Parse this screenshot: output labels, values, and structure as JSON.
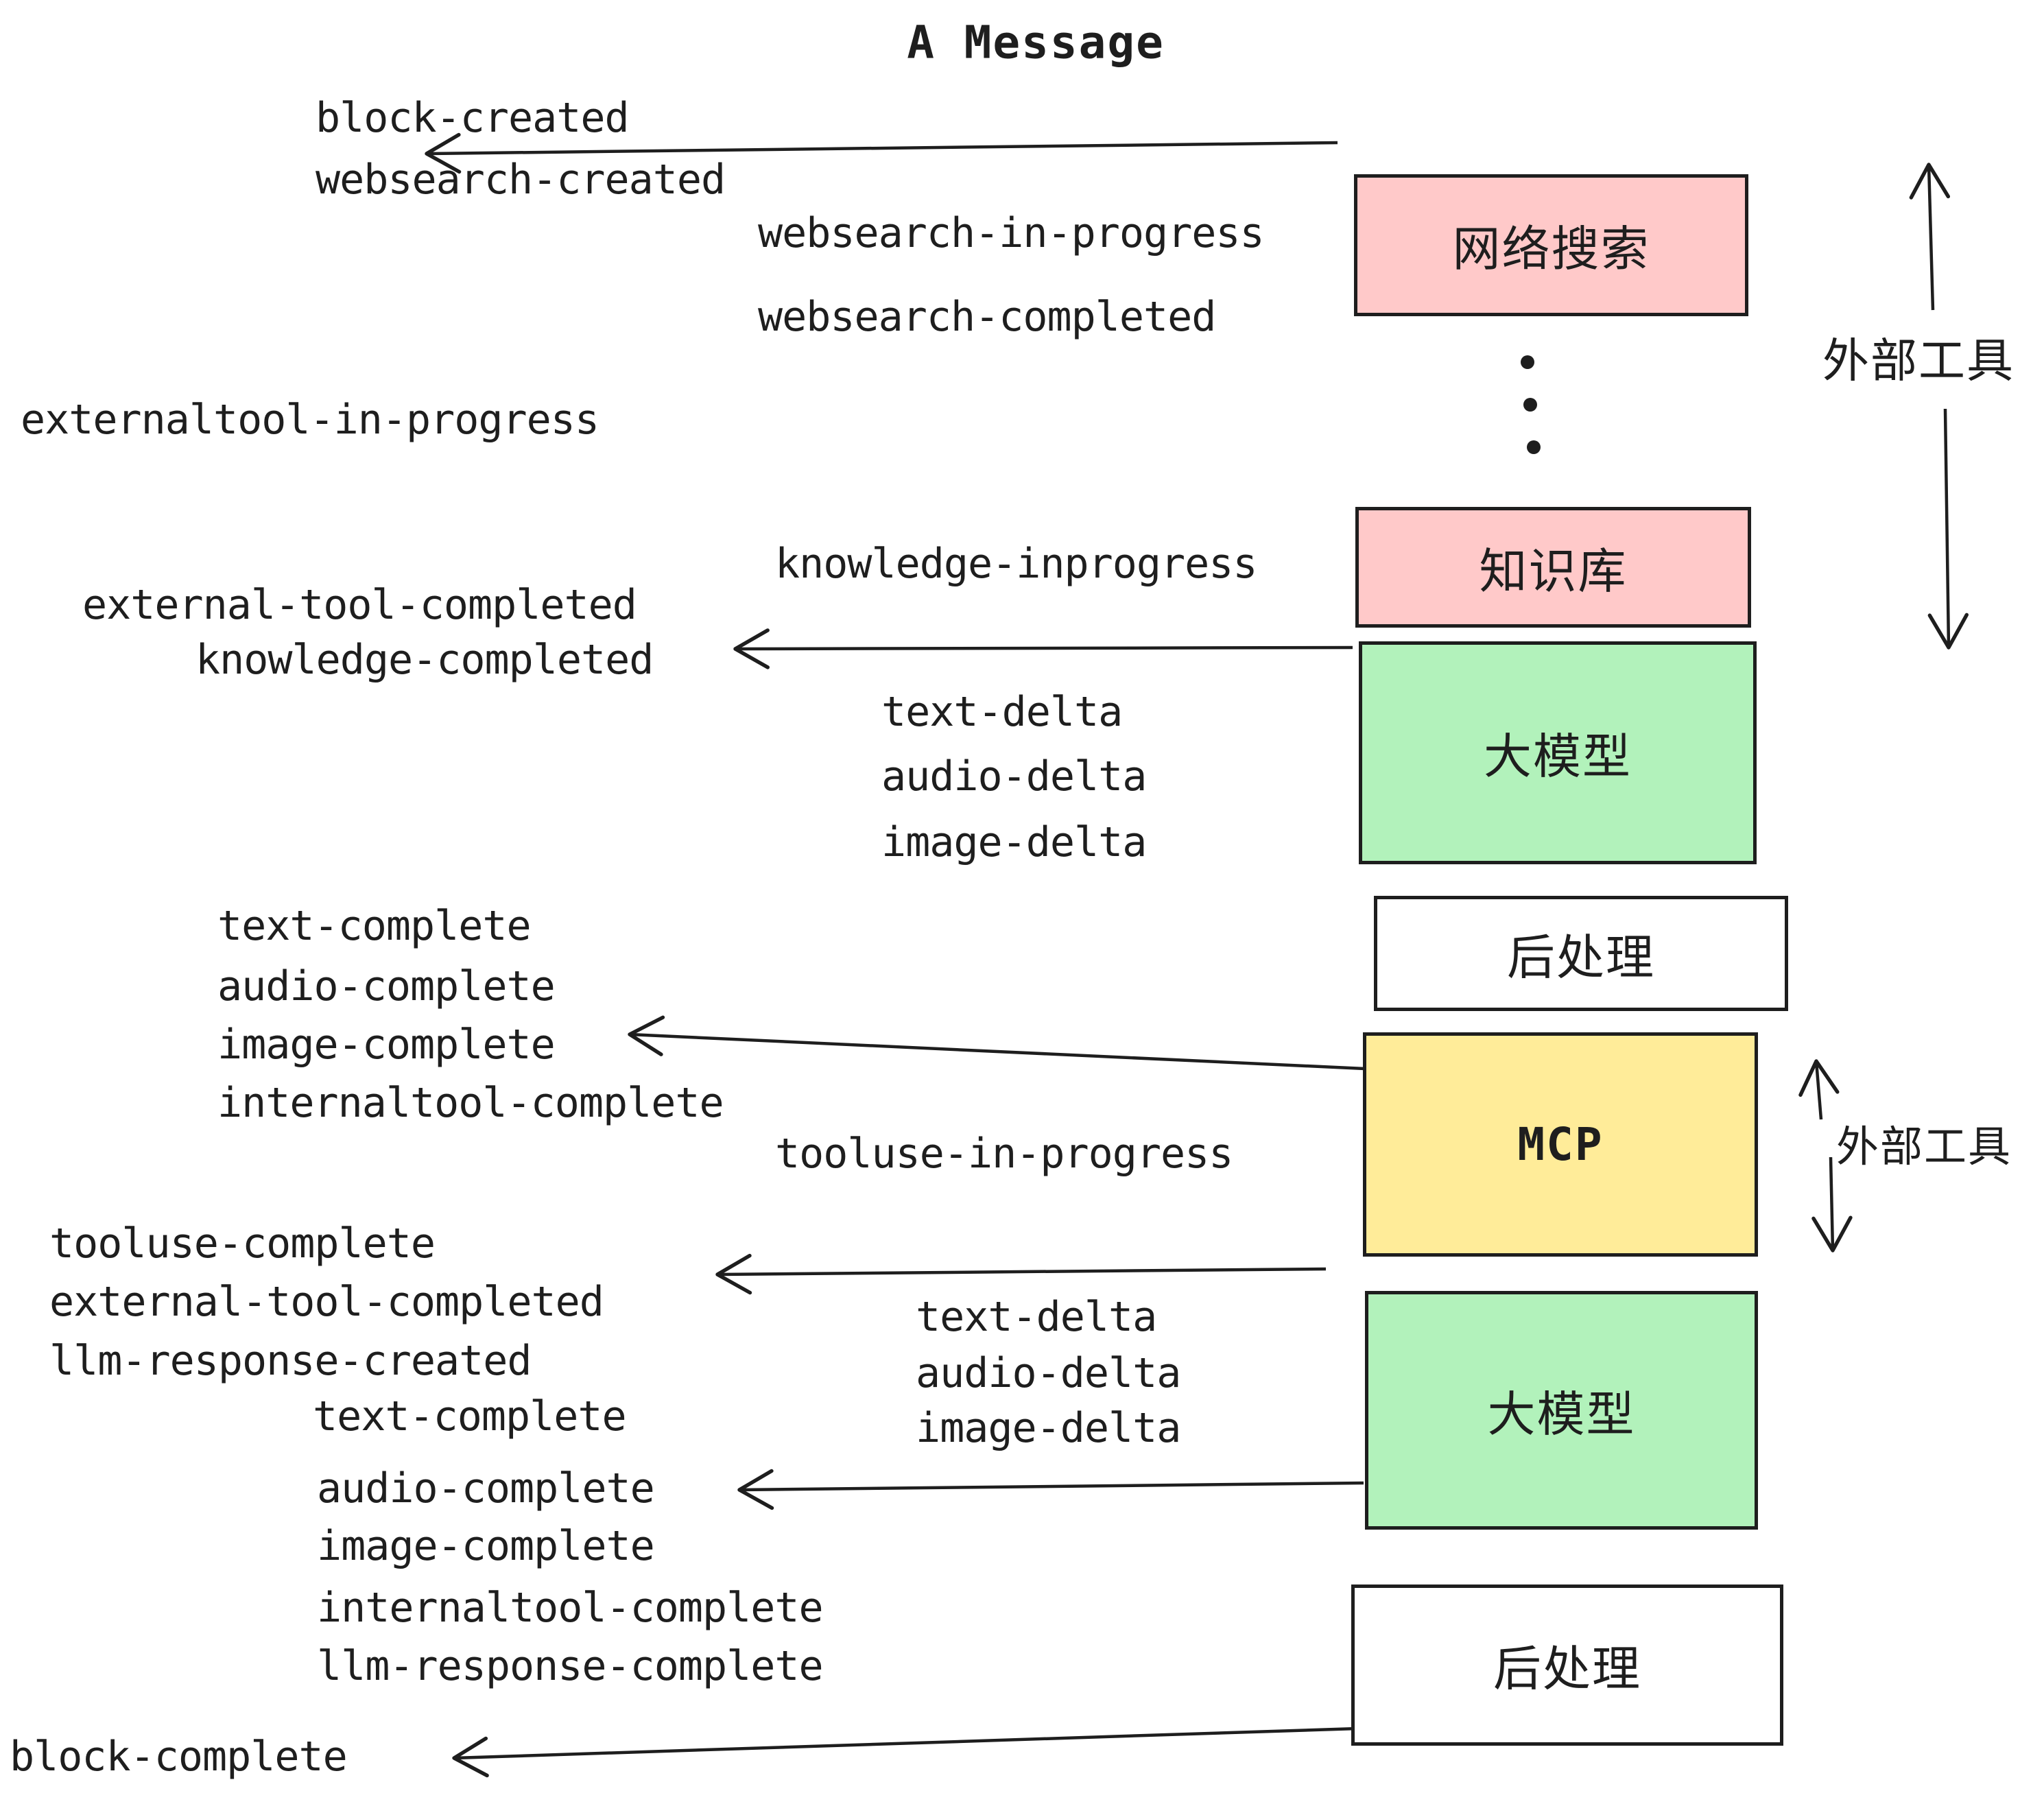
{
  "title": "A Message",
  "events": {
    "blockCreated": "block-created",
    "websearchCreated": "websearch-created",
    "websearchInProgress": "websearch-in-progress",
    "websearchCompleted": "websearch-completed",
    "externaltoolInProgress": "externaltool-in-progress",
    "externalToolCompleted1": "external-tool-completed",
    "knowledgeCompleted": "knowledge-completed",
    "knowledgeInprogress": "knowledge-inprogress",
    "textDelta1": "text-delta",
    "audioDelta1": "audio-delta",
    "imageDelta1": "image-delta",
    "textComplete1": "text-complete",
    "audioComplete1": "audio-complete",
    "imageComplete1": "image-complete",
    "internaltoolComplete1": "internaltool-complete",
    "tooluseInProgress": "tooluse-in-progress",
    "tooluseComplete": "tooluse-complete",
    "externalToolCompleted2": "external-tool-completed",
    "llmResponseCreated": "llm-response-created",
    "textComplete2": "text-complete",
    "audioComplete2": "audio-complete",
    "imageComplete2": "image-complete",
    "internaltoolComplete2": "internaltool-complete",
    "llmResponseComplete": "llm-response-complete",
    "blockComplete": "block-complete"
  },
  "boxes": [
    {
      "id": "websearch",
      "label": "网络搜索",
      "color": "#ffc9c9"
    },
    {
      "id": "knowledge",
      "label": "知识库",
      "color": "#ffc9c9"
    },
    {
      "id": "llm1",
      "label": "大模型",
      "color": "#b2f2bb"
    },
    {
      "id": "post1",
      "label": "后处理",
      "color": "#ffffff"
    },
    {
      "id": "mcp",
      "label": "MCP",
      "color": "#ffec99"
    },
    {
      "id": "llm2",
      "label": "大模型",
      "color": "#b2f2bb"
    },
    {
      "id": "post2",
      "label": "后处理",
      "color": "#ffffff"
    }
  ],
  "annotations": {
    "externalTools1": "外部工具",
    "externalTools2": "外部工具"
  },
  "palette": {
    "background": "#ffffff",
    "stroke": "#1e1e1e",
    "text": "#1e1e1e",
    "pink": "#ffc9c9",
    "green": "#b2f2bb",
    "yellow": "#ffec99",
    "white": "#ffffff"
  }
}
